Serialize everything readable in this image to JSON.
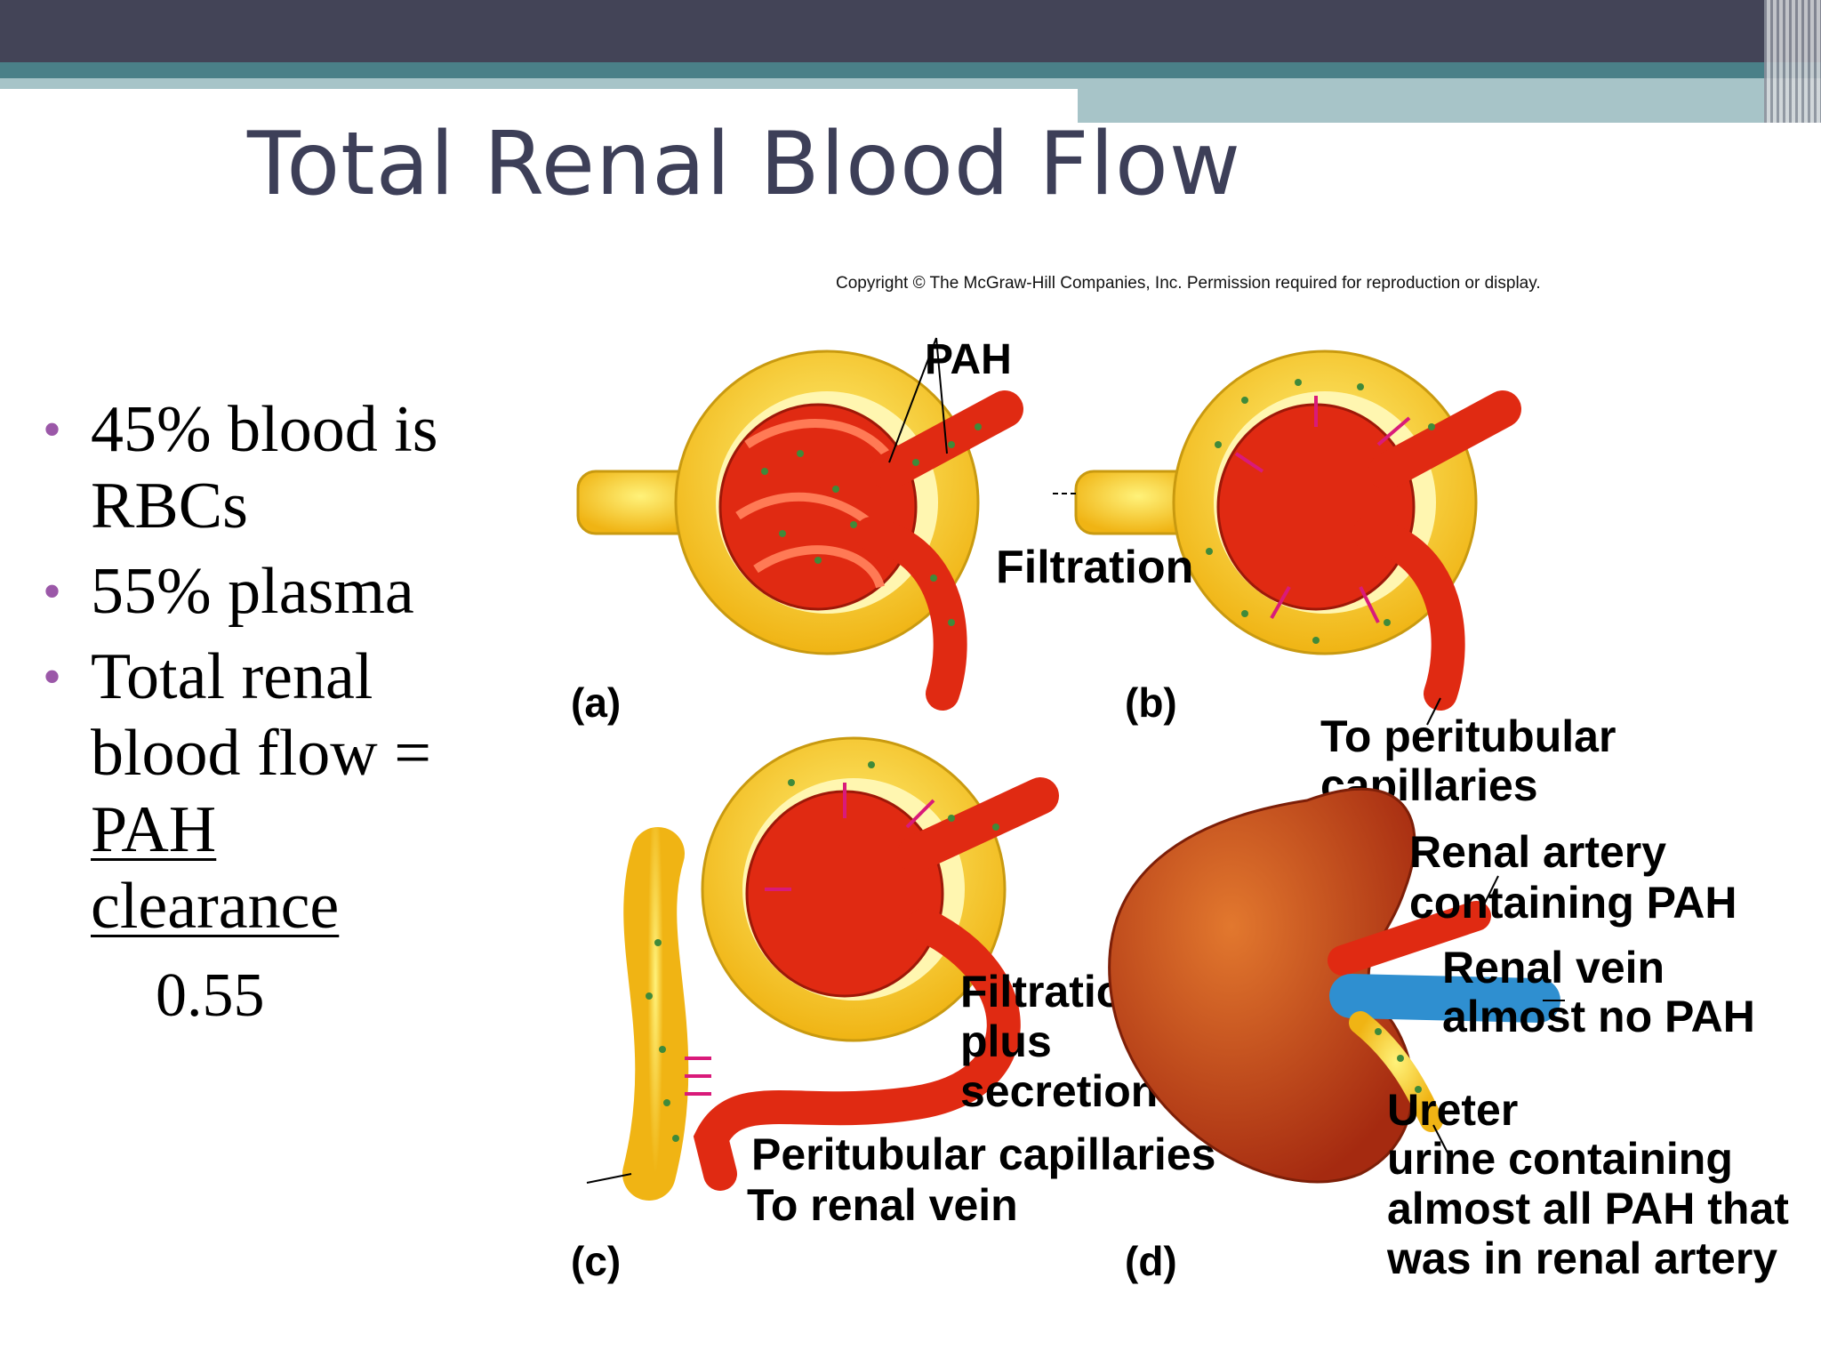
{
  "slide": {
    "title": "Total Renal Blood Flow",
    "bullets": {
      "b1": "45% blood is RBCs",
      "b2": "55% plasma",
      "b3_line1": "Total renal",
      "b3_line2": "blood flow =",
      "b3_num1": "PAH",
      "b3_num2": "clearance",
      "b3_den": "0.55"
    }
  },
  "figure": {
    "copyright": "Copyright © The McGraw-Hill Companies, Inc. Permission required for reproduction or display.",
    "labels": {
      "pah": "PAH",
      "filtration": "Filtration",
      "panel_a": "(a)",
      "panel_b": "(b)",
      "panel_c": "(c)",
      "panel_d": "(d)",
      "to_peritubular_1": "To peritubular",
      "to_peritubular_2": "capillaries",
      "renal_artery_1": "Renal artery",
      "renal_artery_2": "containing PAH",
      "renal_vein_1": "Renal vein",
      "renal_vein_2": "almost no PAH",
      "filtration_plus_1": "Filtration",
      "filtration_plus_2": "plus",
      "filtration_plus_3": "secretion",
      "peritubular": "Peritubular capillaries",
      "to_renal_vein": "To renal vein",
      "ureter_1": "Ureter",
      "ureter_2": "urine containing",
      "ureter_3": "almost all PAH that",
      "ureter_4": "was in renal artery"
    },
    "colors": {
      "capsule": "#f3c21a",
      "vessel": "#e02a12",
      "vein": "#2f8fd0",
      "kidney": "#c4401c",
      "arrow": "#d91a7a",
      "pah_dot": "#3f8a3a"
    }
  }
}
